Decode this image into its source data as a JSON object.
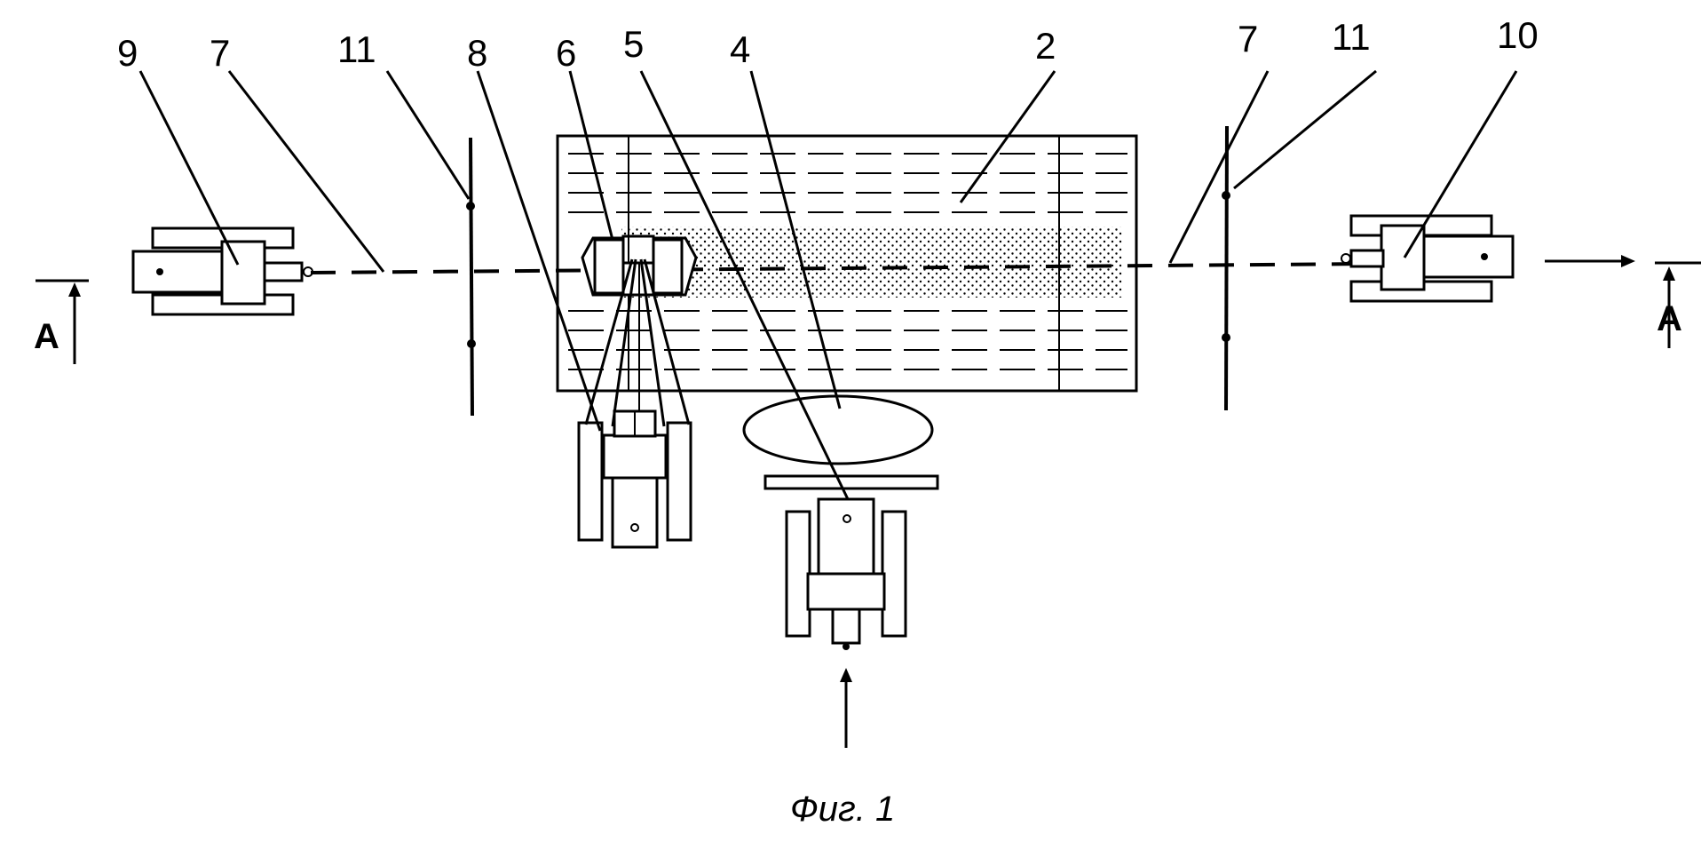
{
  "labels": {
    "l9": "9",
    "l7a": "7",
    "l11a": "11",
    "l8": "8",
    "l6": "6",
    "l5": "5",
    "l4": "4",
    "l2": "2",
    "l7b": "7",
    "l11b": "11",
    "l10": "10",
    "section_left": "A",
    "section_right": "A"
  },
  "caption": "Фиг. 1"
}
